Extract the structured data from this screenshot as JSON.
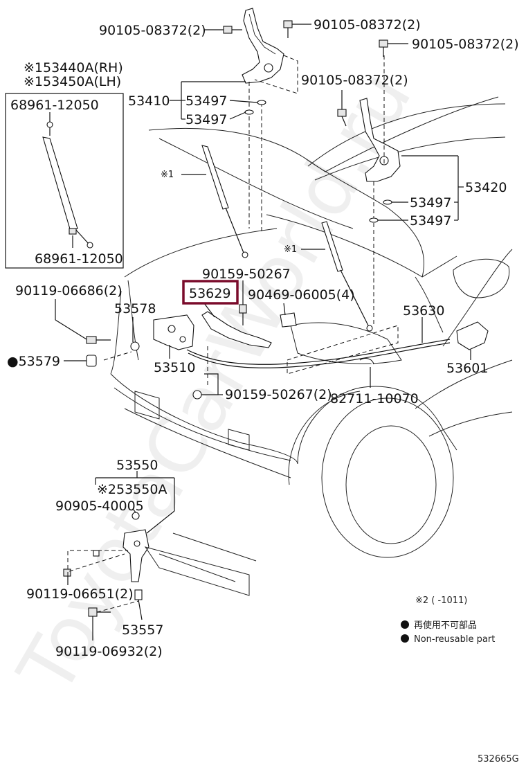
{
  "watermark": "ToyotaCarWorld.ru",
  "drawing_number": "532665G",
  "legend": {
    "note_mark2": "※2 (      -1011)",
    "nonreusable_jp": "再使用不可部品",
    "nonreusable_en": "Non-reusable part"
  },
  "highlighted_part": "53629",
  "labels": {
    "p90105_tl": "90105-08372(2)",
    "p90105_tc": "90105-08372(2)",
    "p90105_tr": "90105-08372(2)",
    "p90105_mr": "90105-08372(2)",
    "p53440": "※153440A(RH)",
    "p53450": "※153450A(LH)",
    "p68961_t": "68961-12050",
    "p68961_b": "68961-12050",
    "p53410": "53410",
    "p53497_a": "53497",
    "p53497_b": "53497",
    "p53497_c": "53497",
    "p53497_d": "53497",
    "p53420": "53420",
    "mark1_a": "※1",
    "mark1_b": "※1",
    "p90159_t": "90159-50267",
    "p53629": "53629",
    "p90469": "90469-06005(4)",
    "p90119_06686": "90119-06686(2)",
    "p53578": "53578",
    "p53579": "●53579",
    "p53510": "53510",
    "p53630": "53630",
    "p53601": "53601",
    "p90159_b": "90159-50267(2)",
    "p82711": "82711-10070",
    "p53550": "53550",
    "p53550A": "※253550A",
    "p90905": "90905-40005",
    "p90119_06651": "90119-06651(2)",
    "p53557": "53557",
    "p90119_06932": "90119-06932(2)"
  },
  "colors": {
    "highlight": "#7a0b2b",
    "ink": "#111111"
  }
}
